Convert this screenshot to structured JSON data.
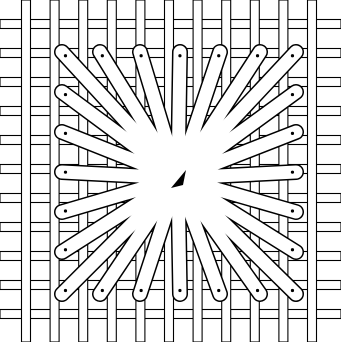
{
  "figure": {
    "subject": "star-stitch-on-canvas",
    "colors": {
      "ink": "#000000",
      "paper": "#ffffff"
    },
    "canvas": {
      "vertical_threads": 11,
      "horizontal_threads": 11
    },
    "stitch": {
      "count": 24,
      "converges_to_center": true
    }
  }
}
